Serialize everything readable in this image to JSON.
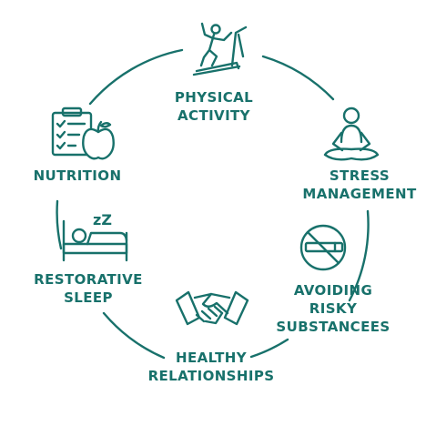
{
  "colors": {
    "accent": "#18716b",
    "background": "#ffffff"
  },
  "pillars": [
    {
      "id": "physical-activity",
      "icon": "treadmill-runner-icon",
      "lines": [
        "PHYSICAL",
        "ACTIVITY"
      ]
    },
    {
      "id": "stress-management",
      "icon": "meditation-icon",
      "lines": [
        "STRESS",
        "MANAGEMENT"
      ]
    },
    {
      "id": "avoiding-risky-substances",
      "icon": "no-smoking-icon",
      "lines": [
        "AVOIDING",
        "RISKY",
        "SUBSTANCEES"
      ]
    },
    {
      "id": "healthy-relationships",
      "icon": "handshake-icon",
      "lines": [
        "HEALTHY",
        "RELATIONSHIPS"
      ]
    },
    {
      "id": "restorative-sleep",
      "icon": "bed-sleep-icon",
      "lines": [
        "RESTORATIVE",
        "SLEEP"
      ]
    },
    {
      "id": "nutrition",
      "icon": "clipboard-apple-icon",
      "lines": [
        "NUTRITION"
      ]
    }
  ],
  "sleep_icon_text": "zZ"
}
